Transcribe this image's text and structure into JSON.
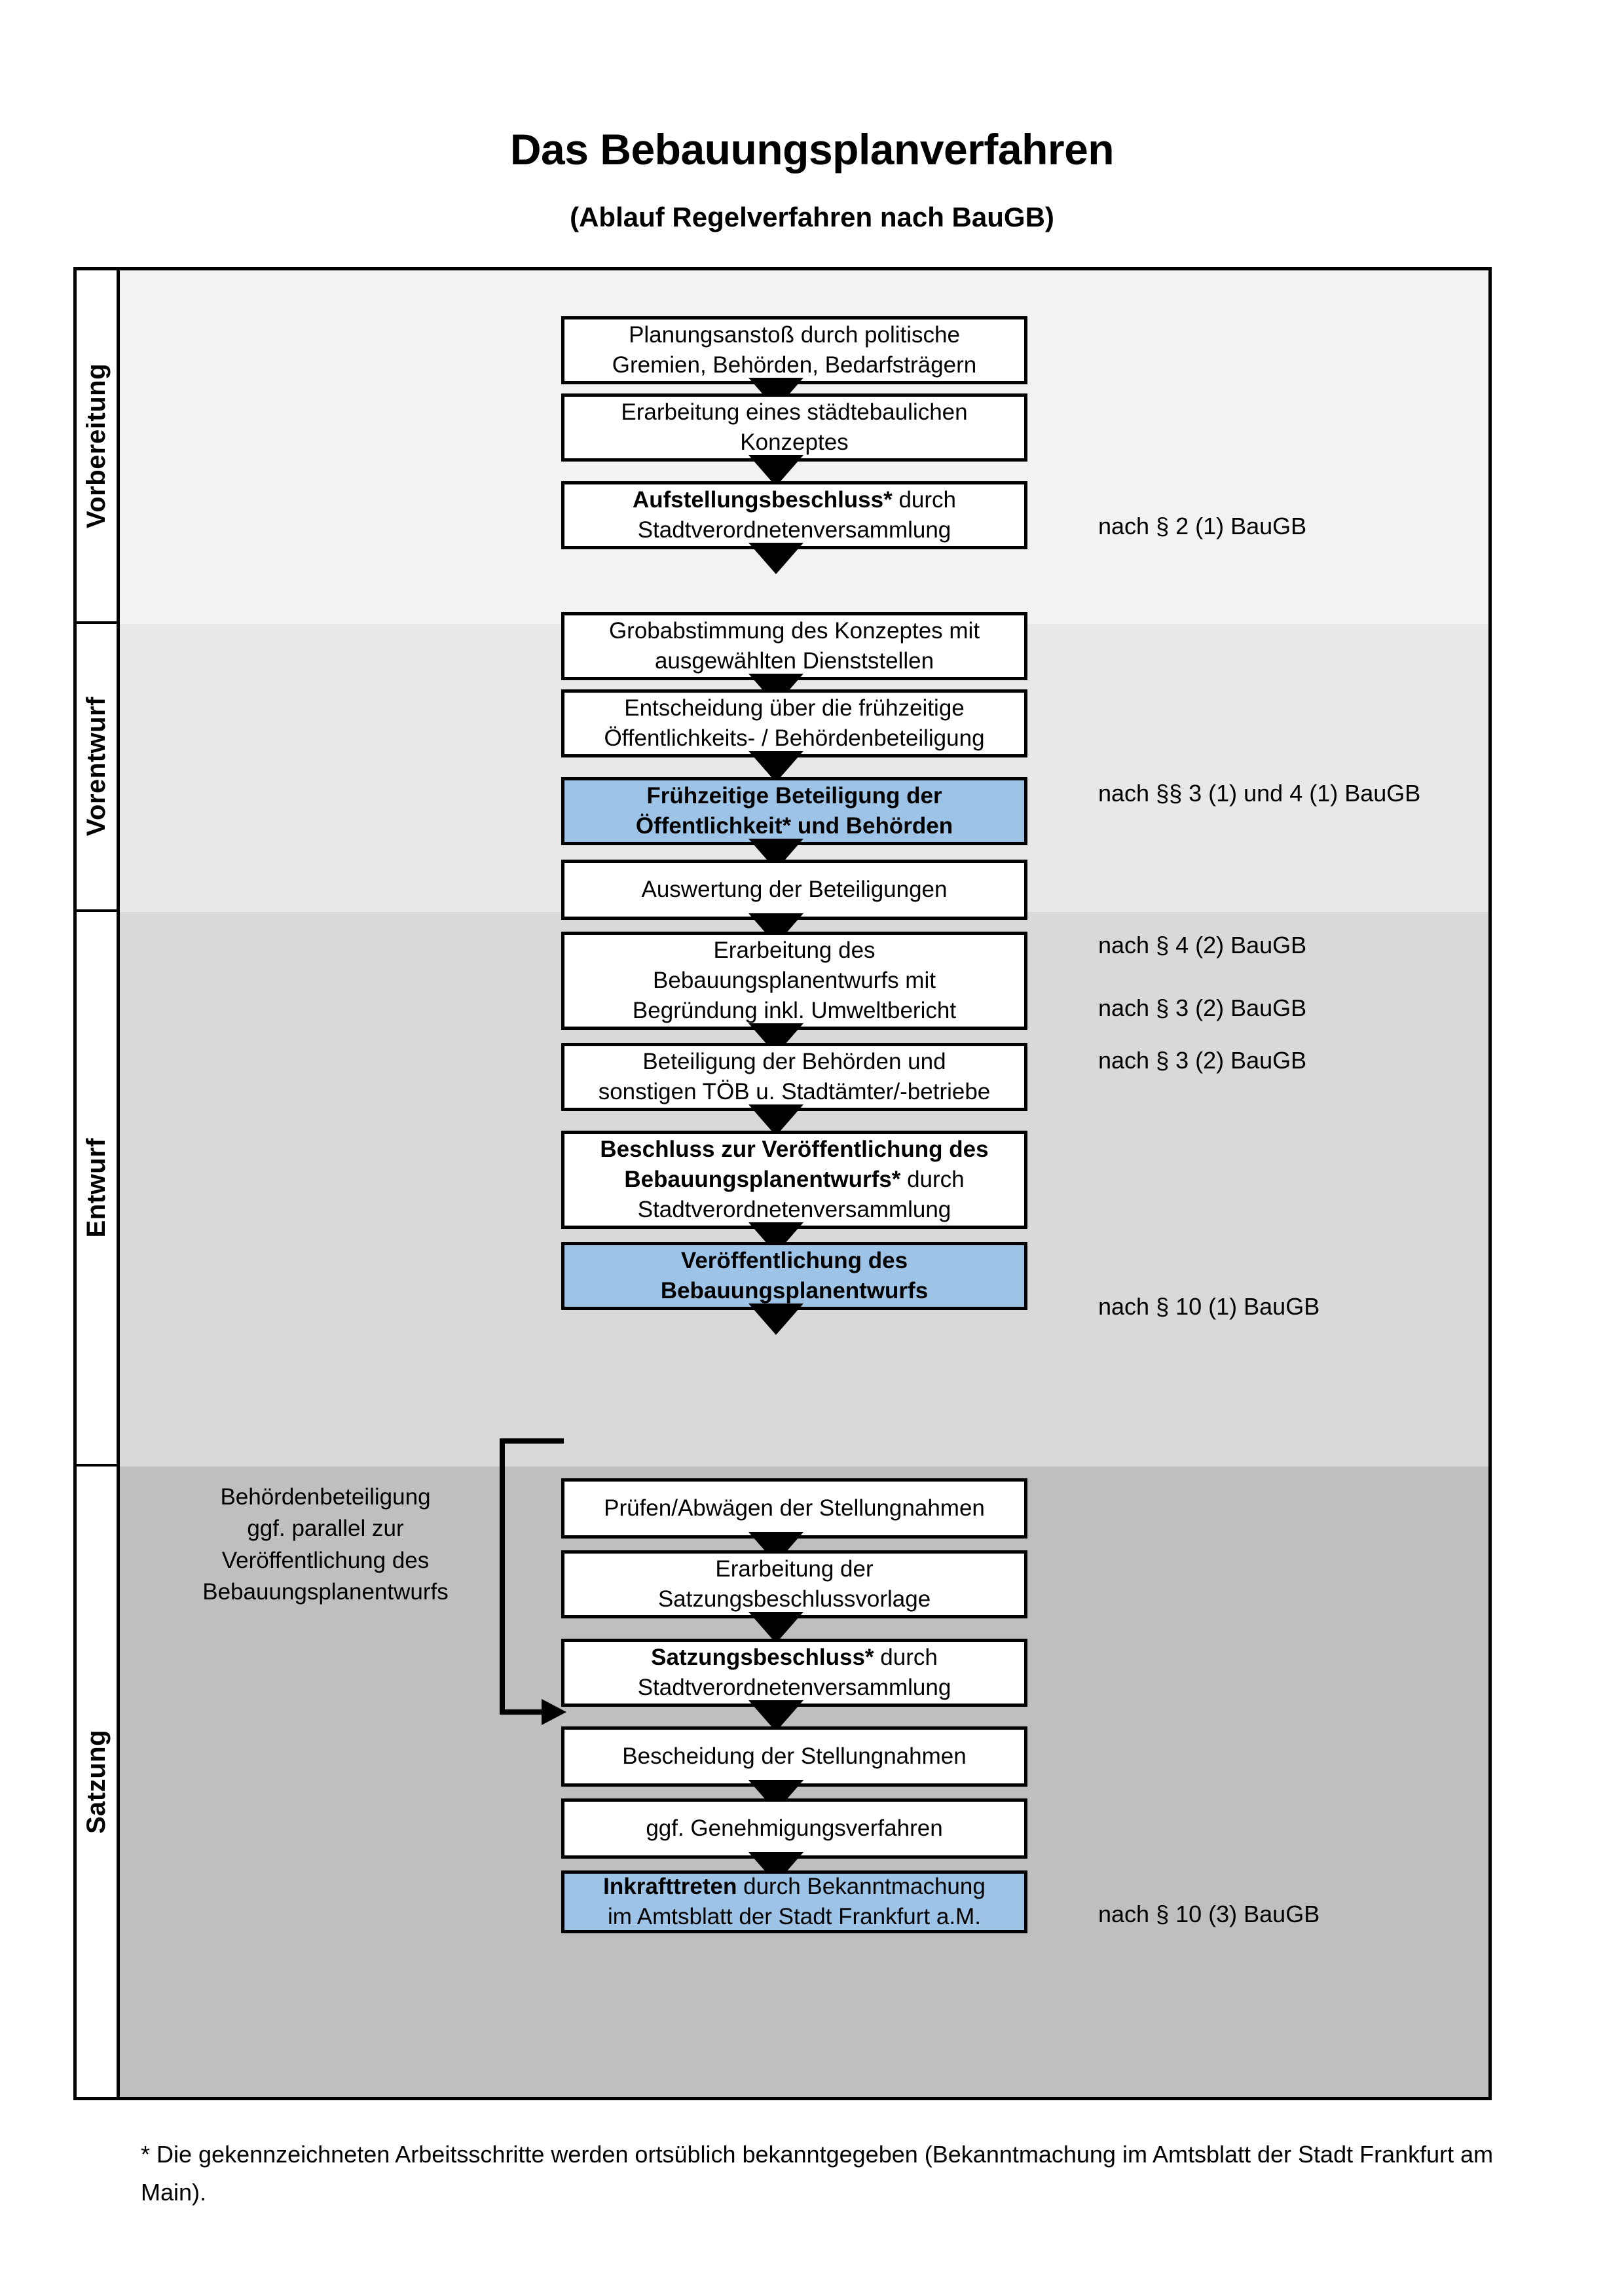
{
  "header": {
    "title": "Das Bebauungsplanverfahren",
    "subtitle": "(Ablauf Regelverfahren nach BauGB)"
  },
  "phases": [
    {
      "label": "Vorbereitung",
      "bg": "#F2F2F2"
    },
    {
      "label": "Vorentwurf",
      "bg": "#E8E8E8"
    },
    {
      "label": "Entwurf",
      "bg": "#D9D9D9"
    },
    {
      "label": "Satzung",
      "bg": "#BFBFBF"
    }
  ],
  "steps": [
    {
      "line1": "Planungsanstoß durch politische",
      "line2": "Gremien, Behörden, Bedarfsträgern",
      "line3": "",
      "bold1": "",
      "highlight": false
    },
    {
      "line1": "Erarbeitung eines städtebaulichen",
      "line2": "Konzeptes",
      "line3": "",
      "bold1": "",
      "highlight": false
    },
    {
      "line1": "",
      "line2": "Stadtverordnetenversammlung",
      "line3": "",
      "bold1": "Aufstellungsbeschluss*",
      "after1": " durch",
      "highlight": false
    },
    {
      "line1": "Grobabstimmung des Konzeptes mit",
      "line2": "ausgewählten Dienststellen",
      "line3": "",
      "bold1": "",
      "highlight": false
    },
    {
      "line1": "Entscheidung über die frühzeitige",
      "line2": "Öffentlichkeits- / Behördenbeteiligung",
      "line3": "",
      "bold1": "",
      "highlight": false
    },
    {
      "line1": "Frühzeitige Beteiligung der",
      "line2": "Öffentlichkeit* und Behörden",
      "line3": "",
      "bold1": "",
      "allbold": true,
      "highlight": true
    },
    {
      "line1": "Auswertung der Beteiligungen",
      "line2": "",
      "line3": "",
      "bold1": "",
      "highlight": false
    },
    {
      "line1": "Erarbeitung des",
      "line2": "Bebauungsplanentwurfs mit",
      "line3": "Begründung inkl. Umweltbericht",
      "bold1": "",
      "highlight": false
    },
    {
      "line1": "Beteiligung der Behörden und",
      "line2": "sonstigen TÖB u. Stadtämter/-betriebe",
      "line3": "",
      "bold1": "",
      "highlight": false
    },
    {
      "line1": "",
      "line2": "",
      "line3": "Stadtverordnetenversammlung",
      "bold1": "Beschluss zur Veröffentlichung des",
      "bold2": "Bebauungsplanentwurfs*",
      "after2": " durch",
      "highlight": false
    },
    {
      "line1": "Veröffentlichung des",
      "line2": "Bebauungsplanentwurfs",
      "line3": "",
      "bold1": "",
      "allbold": true,
      "highlight": true
    },
    {
      "line1": "Prüfen/Abwägen der Stellungnahmen",
      "line2": "",
      "line3": "",
      "bold1": "",
      "highlight": false
    },
    {
      "line1": "Erarbeitung der",
      "line2": "Satzungsbeschlussvorlage",
      "line3": "",
      "bold1": "",
      "highlight": false
    },
    {
      "line1": "",
      "line2": "Stadtverordnetenversammlung",
      "line3": "",
      "bold1": "Satzungsbeschluss*",
      "after1": " durch",
      "highlight": false
    },
    {
      "line1": "Bescheidung der Stellungnahmen",
      "line2": "",
      "line3": "",
      "bold1": "",
      "highlight": false
    },
    {
      "line1": "ggf. Genehmigungsverfahren",
      "line2": "",
      "line3": "",
      "bold1": "",
      "highlight": false
    },
    {
      "line1": "",
      "line2": "im Amtsblatt der Stadt Frankfurt a.M.",
      "line3": "",
      "bold1": "Inkrafttreten",
      "after1": " durch Bekanntmachung",
      "highlight": true
    }
  ],
  "legal_notes": [
    "nach § 2 (1) BauGB",
    "nach §§ 3 (1) und 4 (1) BauGB",
    "nach § 4 (2) BauGB",
    "nach § 3 (2) BauGB",
    "nach § 3 (2) BauGB",
    "nach § 10 (1) BauGB",
    "nach § 10 (3) BauGB"
  ],
  "side_note": {
    "line1": "Behördenbeteiligung",
    "line2": "ggf. parallel zur",
    "line3": "Veröffentlichung des",
    "line4": "Bebauungsplanentwurfs"
  },
  "footnote": "* Die gekennzeichneten Arbeitsschritte werden ortsüblich bekanntgegeben (Bekanntmachung im Amtsblatt  der Stadt Frankfurt am Main).",
  "colors": {
    "highlight": "#9DC3E6",
    "band1": "#F2F2F2",
    "band2": "#E8E8E8",
    "band3": "#D9D9D9",
    "band4": "#BFBFBF",
    "stroke": "#000000"
  }
}
